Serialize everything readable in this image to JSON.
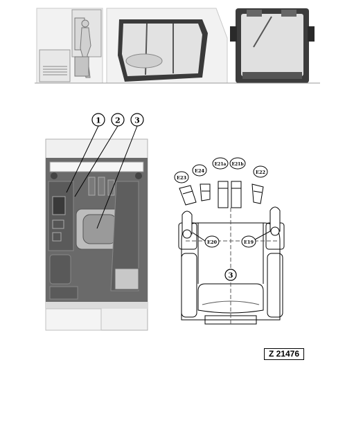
{
  "callouts": {
    "c1": "1",
    "c2": "2",
    "c3": "3",
    "c3b": "3"
  },
  "controls": {
    "e23": "E23",
    "e24": "E24",
    "e21a": "E21a",
    "e21b": "E21b",
    "e22": "E22",
    "e20": "E20",
    "e19": "E19"
  },
  "figure_code": "Z 21476"
}
